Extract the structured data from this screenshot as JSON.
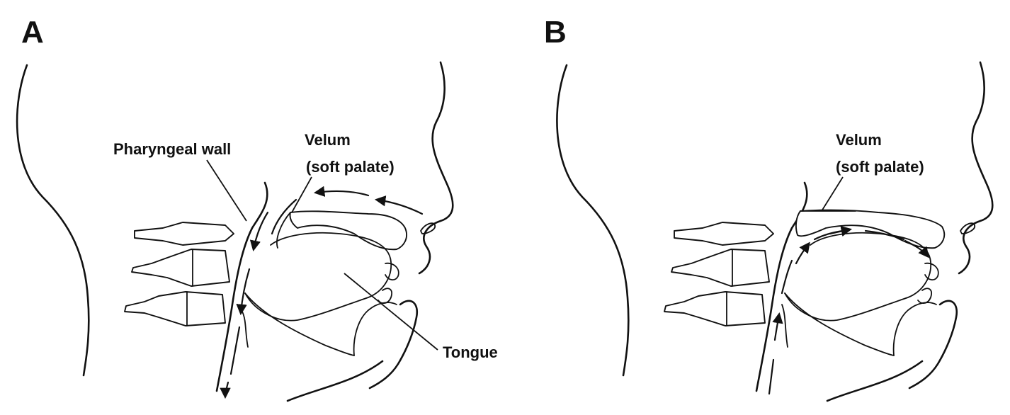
{
  "panels": [
    {
      "letter": "A",
      "labels": {
        "pharyngeal_wall": "Pharyngeal wall",
        "velum_line1": "Velum",
        "velum_line2": "(soft palate)",
        "tongue": "Tongue"
      }
    },
    {
      "letter": "B",
      "labels": {
        "velum_line1": "Velum",
        "velum_line2": "(soft palate)"
      }
    }
  ]
}
